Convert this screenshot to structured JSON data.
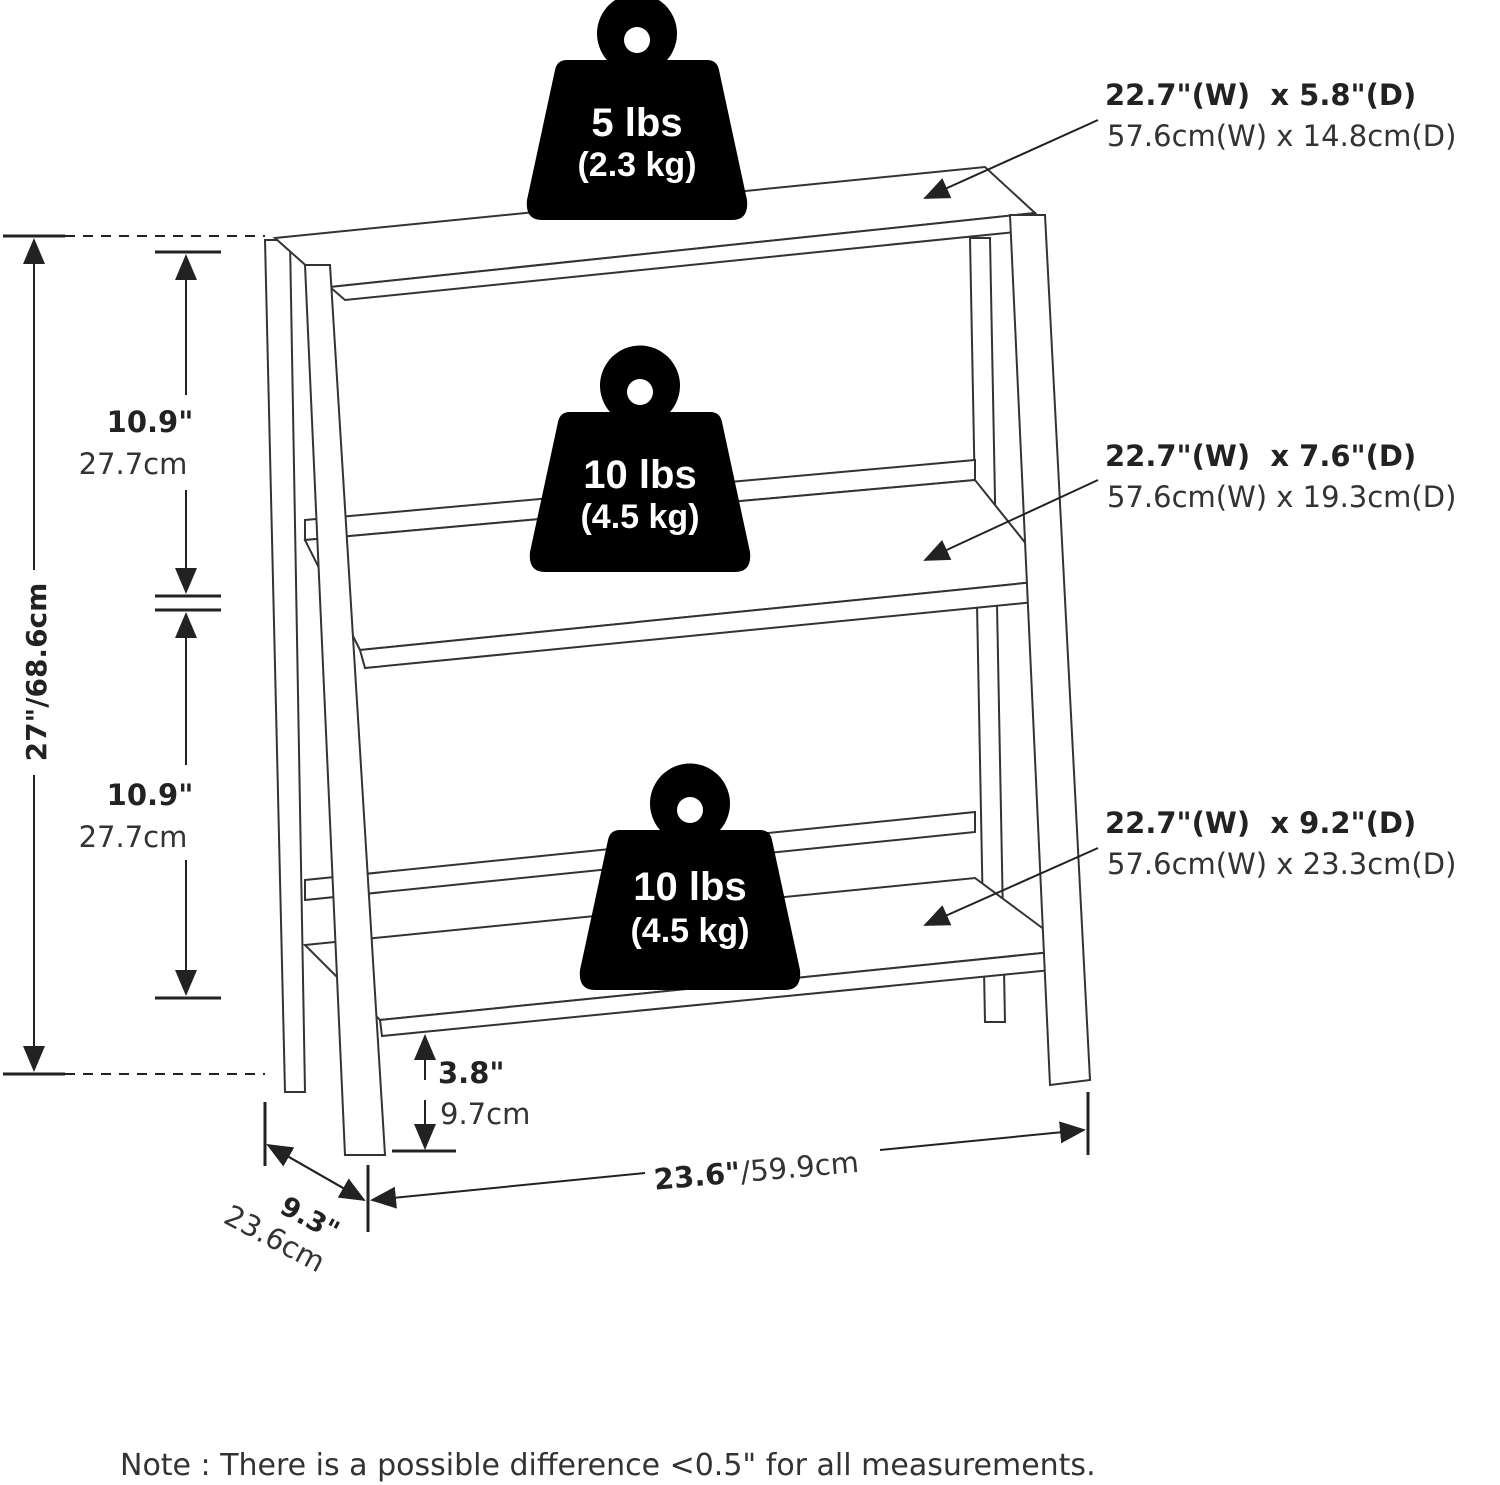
{
  "weights": [
    {
      "lbs": "5 lbs",
      "kg": "(2.3 kg)"
    },
    {
      "lbs": "10 lbs",
      "kg": "(4.5 kg)"
    },
    {
      "lbs": "10 lbs",
      "kg": "(4.5 kg)"
    }
  ],
  "shelves": [
    {
      "imperial": "22.7\"(W)  x 5.8\"(D)",
      "metric": "57.6cm(W) x 14.8cm(D)"
    },
    {
      "imperial": "22.7\"(W)  x 7.6\"(D)",
      "metric": "57.6cm(W) x 19.3cm(D)"
    },
    {
      "imperial": "22.7\"(W)  x 9.2\"(D)",
      "metric": "57.6cm(W) x 23.3cm(D)"
    }
  ],
  "height": {
    "total": "27\"/68.6cm",
    "upper_in": "10.9\"",
    "upper_cm": "27.7cm",
    "lower_in": "10.9\"",
    "lower_cm": "27.7cm",
    "clearance_in": "3.8\"",
    "clearance_cm": "9.7cm"
  },
  "width": {
    "in": "23.6\"",
    "cm": "/59.9cm"
  },
  "depth": {
    "in": "9.3\"",
    "cm": "23.6cm"
  },
  "note": "Note : There is a possible difference <0.5\" for all measurements."
}
